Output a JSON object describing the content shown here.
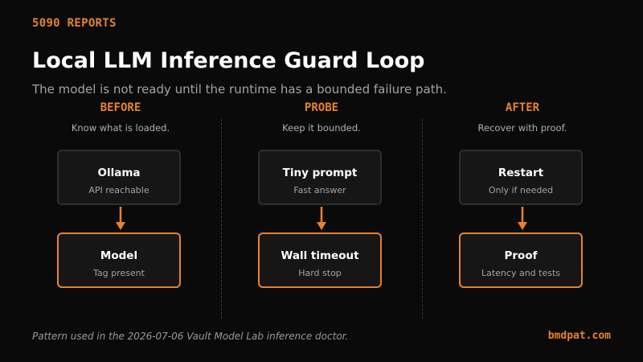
{
  "header": {
    "kicker": "5090 REPORTS",
    "title": "Local LLM Inference Guard Loop",
    "subtitle": "The model is not ready until the runtime has a bounded failure path."
  },
  "columns": [
    {
      "title": "BEFORE",
      "caption": "Know what is loaded.",
      "top_box": {
        "title": "Ollama",
        "subtitle": "API reachable"
      },
      "bottom_box": {
        "title": "Model",
        "subtitle": "Tag present"
      }
    },
    {
      "title": "PROBE",
      "caption": "Keep it bounded.",
      "top_box": {
        "title": "Tiny prompt",
        "subtitle": "Fast answer"
      },
      "bottom_box": {
        "title": "Wall timeout",
        "subtitle": "Hard stop"
      }
    },
    {
      "title": "AFTER",
      "caption": "Recover with proof.",
      "top_box": {
        "title": "Restart",
        "subtitle": "Only if needed"
      },
      "bottom_box": {
        "title": "Proof",
        "subtitle": "Latency and tests"
      }
    }
  ],
  "footer": {
    "note": "Pattern used in the 2026-07-06 Vault Model Lab inference doctor.",
    "brand": "bmdpat.com"
  },
  "colors": {
    "background": "#0a0a0a",
    "accent": "#e8822d",
    "box_fill": "#161616",
    "box_border_neutral": "#2e2e2e",
    "muted_text": "#a3a3a3"
  },
  "icons": {
    "connector": "arrow-down-icon"
  }
}
